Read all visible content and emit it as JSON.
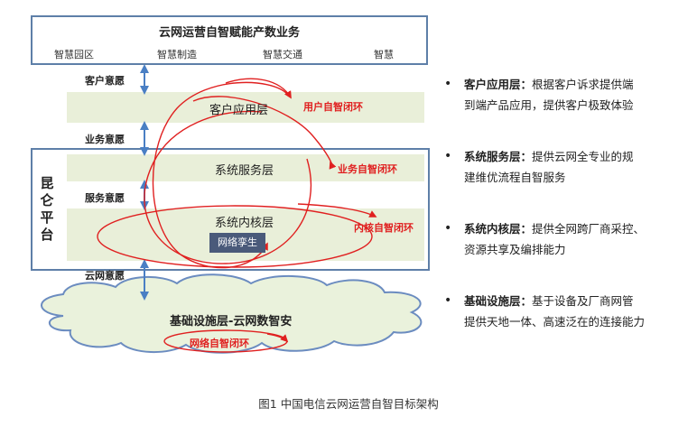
{
  "top_box": {
    "title": "云网运营自智赋能产数业务",
    "items": [
      "智慧园区",
      "智慧制造",
      "智慧交通",
      "智慧"
    ]
  },
  "intents": {
    "customer": "客户意愿",
    "business": "业务意愿",
    "service": "服务意愿",
    "cloudnet": "云网意愿"
  },
  "layers": {
    "app": "客户应用层",
    "service": "系统服务层",
    "kernel": "系统内核层",
    "twin": "网络孪生",
    "infra": "基础设施层-云网数智安"
  },
  "loops": {
    "user": "用户自智闭环",
    "business": "业务自智闭环",
    "kernel": "内核自智闭环",
    "network": "网络自智闭环"
  },
  "platform_title": "昆仑平台",
  "platform_chars": [
    "昆",
    "仑",
    "平",
    "台"
  ],
  "bullets": [
    {
      "head": "客户应用层：",
      "line1": "根据客户诉求提供端",
      "line2": "到端产品应用，提供客户极致体验"
    },
    {
      "head": "系统服务层：",
      "line1": "提供云网全专业的规",
      "line2": "建维优流程自智服务"
    },
    {
      "head": "系统内核层：",
      "line1": "提供全网跨厂商采控、",
      "line2": "资源共享及编排能力"
    },
    {
      "head": "基础设施层：",
      "line1": "基于设备及厂商网管",
      "line2": "提供天地一体、高速泛在的连接能力"
    }
  ],
  "caption": "图1 中国电信云网运营自智目标架构",
  "colors": {
    "frame": "#5e7fa8",
    "band": "#e9efd9",
    "arrow": "#4a7fc4",
    "loop": "#e02020",
    "twin_bg": "#4a5a7a"
  }
}
